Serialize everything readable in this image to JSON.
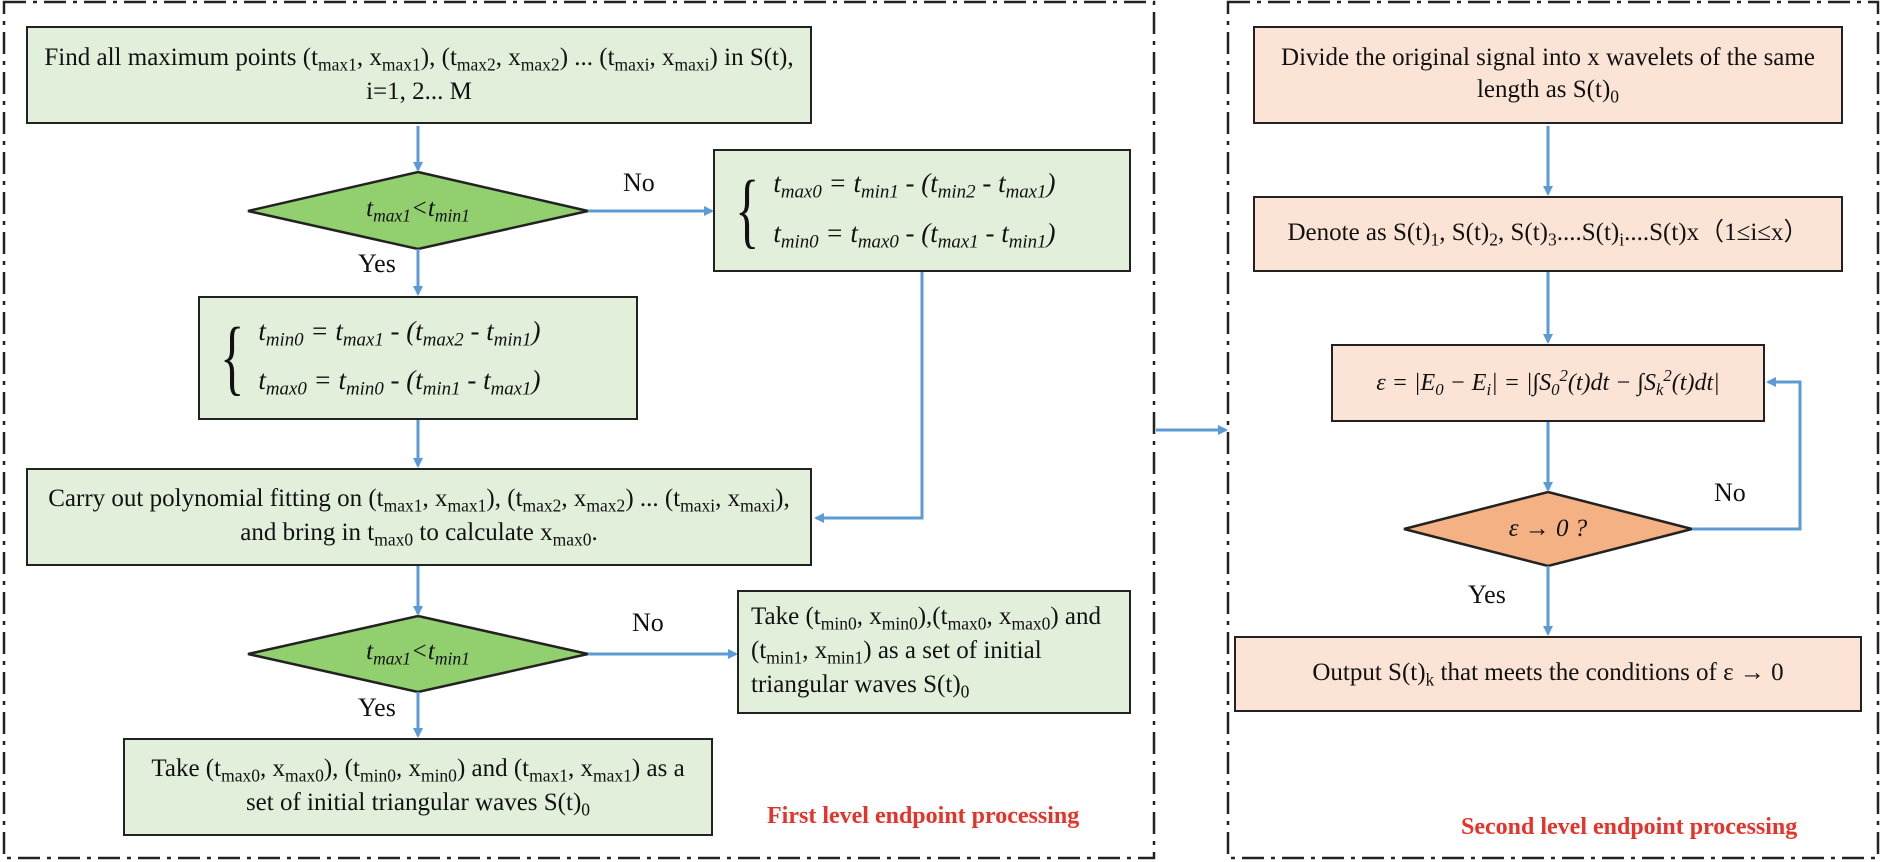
{
  "panels": {
    "left_title": "First level endpoint processing",
    "right_title": "Second level endpoint processing"
  },
  "colors": {
    "green_fill": "#e2efda",
    "green_diamond": "#92cf6e",
    "orange_fill": "#fbe4d5",
    "orange_diamond": "#f4b183",
    "arrow": "#5b9bd5",
    "title_red": "#e6332a"
  },
  "labels": {
    "no": "No",
    "yes": "Yes"
  },
  "nodes": {
    "find_max": "Find all maximum points (t<sub>max1</sub>, x<sub>max1</sub>), (t<sub>max2</sub>, x<sub>max2</sub>) ... (t<sub>maxi</sub>, x<sub>maxi</sub>) in S(t), i=1, 2... M",
    "cond1": "t<sub>max1</sub>&lt;t<sub>min1</sub>",
    "eq_no_1": "t<sub>max0</sub> = t<sub>min1</sub> - (t<sub>min2</sub> - t<sub>max1</sub>)",
    "eq_no_2": "t<sub>min0</sub> = t<sub>max0</sub> - (t<sub>max1</sub> - t<sub>min1</sub>)",
    "eq_yes_1": "t<sub>min0</sub> = t<sub>max1</sub> - (t<sub>max2</sub> - t<sub>min1</sub>)",
    "eq_yes_2": "t<sub>max0</sub> = t<sub>min0</sub> - (t<sub>min1</sub> - t<sub>max1</sub>)",
    "polyfit": "Carry out polynomial fitting on (t<sub>max1</sub>, x<sub>max1</sub>), (t<sub>max2</sub>, x<sub>max2</sub>) ... (t<sub>maxi</sub>, x<sub>maxi</sub>), and bring in t<sub>max0</sub> to calculate x<sub>max0</sub>.",
    "cond2": "t<sub>max1</sub>&lt;t<sub>min1</sub>",
    "take_no": "Take (t<sub>min0</sub>, x<sub>min0</sub>),(t<sub>max0</sub>, x<sub>max0</sub>) and (t<sub>min1</sub>, x<sub>min1</sub>) as a set of initial triangular waves S(t)<sub>0</sub>",
    "take_yes": "Take (t<sub>max0</sub>, x<sub>max0</sub>), (t<sub>min0</sub>, x<sub>min0</sub>) and (t<sub>max1</sub>, x<sub>max1</sub>) as a set of initial triangular waves S(t)<sub>0</sub>",
    "divide": "Divide the original signal into x wavelets of the same length as S(t)<sub>0</sub>",
    "denote": "Denote as S(t)<sub>1</sub>, S(t)<sub>2</sub>, S(t)<sub>3</sub>....S(t)<sub>i</sub>....S(t)x（1≤i≤x）",
    "epsilon_eq": "ε = |E<sub>0</sub> − E<sub>i</sub>| = |∫S<sub>0</sub><sup>2</sup>(t)dt − ∫S<sub>k</sub><sup>2</sup>(t)dt|",
    "cond3": "ε → 0 ?",
    "output": "Output S(t)<sub>k</sub> that meets the conditions of ε → 0"
  }
}
